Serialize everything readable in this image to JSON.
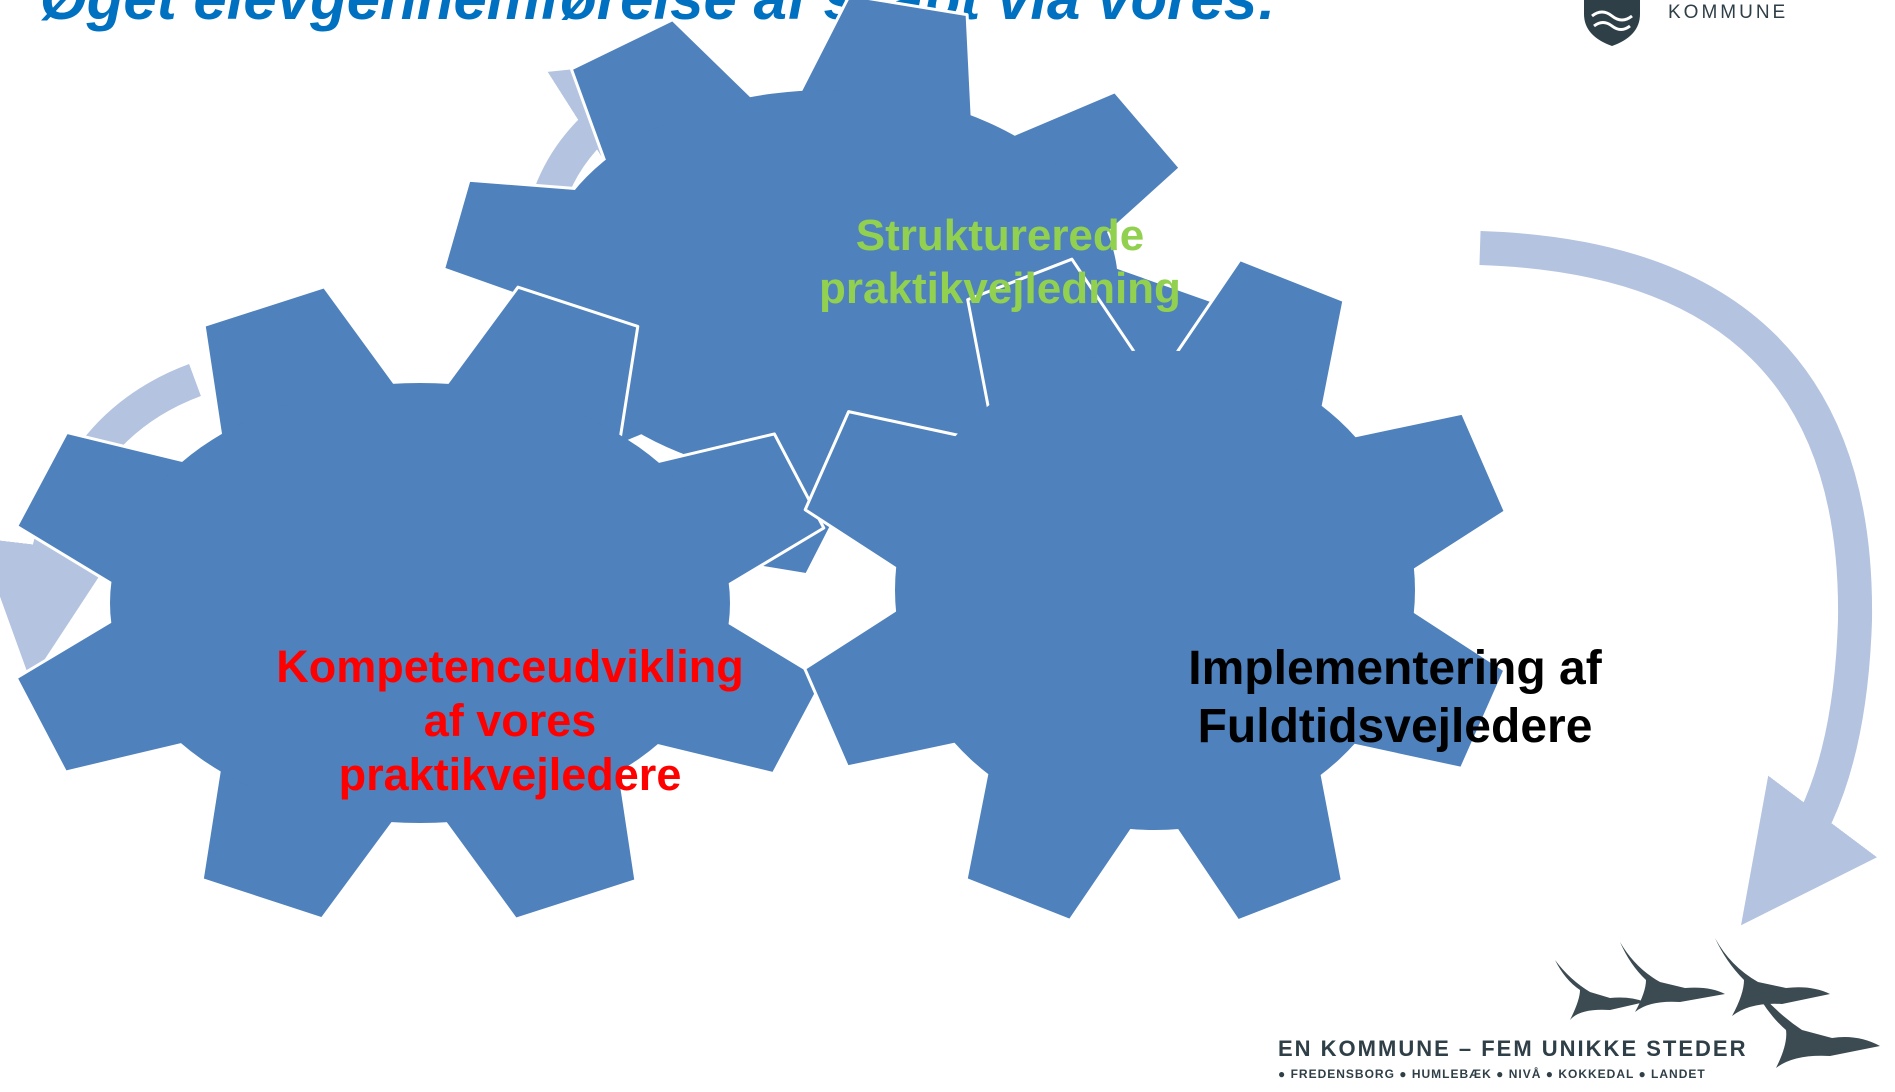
{
  "title": "Øget elevgennemførelse af skabt via vores:",
  "gears": {
    "top": {
      "lines": [
        "Strukturerede",
        "praktikvejledning"
      ],
      "color": "#92d050"
    },
    "left": {
      "lines": [
        "Kompetenceudvikling",
        "af vores",
        "praktikvejledere"
      ],
      "color": "#ff0000"
    },
    "right": {
      "lines": [
        "Implementering af",
        "Fuldtidsvejledere"
      ],
      "color": "#000000"
    }
  },
  "gear_fill": "#4f81bd",
  "arrow_color": "#b4c3df",
  "logo": {
    "text": "KOMMUNE"
  },
  "footer": {
    "tagline": "EN KOMMUNE – FEM UNIKKE STEDER",
    "places": "● FREDENSBORG ● HUMLEBÆK ● NIVÅ ● KOKKEDAL ● LANDET"
  }
}
